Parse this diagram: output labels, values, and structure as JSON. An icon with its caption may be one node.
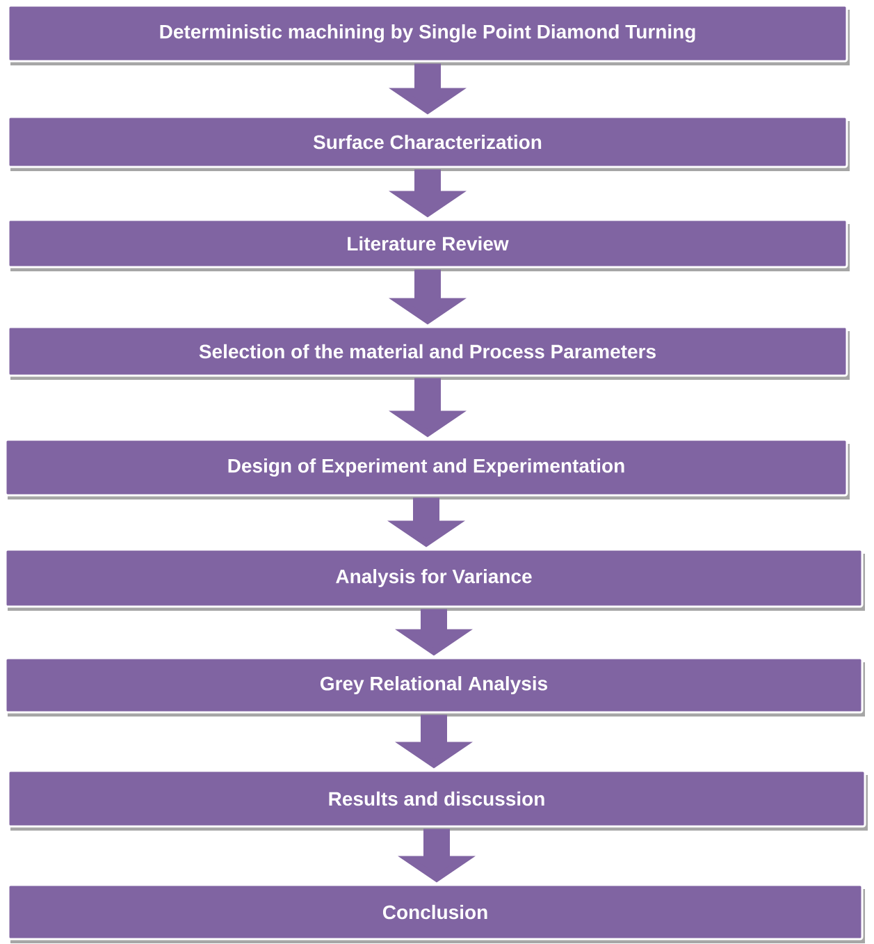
{
  "diagram": {
    "nodes": [
      {
        "text": [
          "Deterministic machining by Single Point Diamond Turning"
        ]
      },
      {
        "text": [
          "Surface Characterization"
        ]
      },
      {
        "text": [
          "Literature Review"
        ]
      },
      {
        "text": [
          "Selection of the material and Process Parameters"
        ]
      },
      {
        "text": [
          "Design of Experiment and Experimentation"
        ]
      },
      {
        "text": [
          "Analysis for Variance"
        ]
      },
      {
        "text": [
          "Grey Relational Analysis"
        ]
      },
      {
        "text": [
          "Results and discussion"
        ]
      },
      {
        "text": [
          "Conclusion"
        ]
      }
    ],
    "edges": [
      {
        "from": 0,
        "to": 1,
        "arrow": "to"
      },
      {
        "from": 1,
        "to": 2,
        "arrow": "to"
      },
      {
        "from": 2,
        "to": 3,
        "arrow": "to"
      },
      {
        "from": 3,
        "to": 4,
        "arrow": "to"
      },
      {
        "from": 4,
        "to": 5,
        "arrow": "to"
      },
      {
        "from": 5,
        "to": 6,
        "arrow": "to"
      },
      {
        "from": 6,
        "to": 7,
        "arrow": "to"
      },
      {
        "from": 7,
        "to": 8,
        "arrow": "to"
      }
    ]
  }
}
